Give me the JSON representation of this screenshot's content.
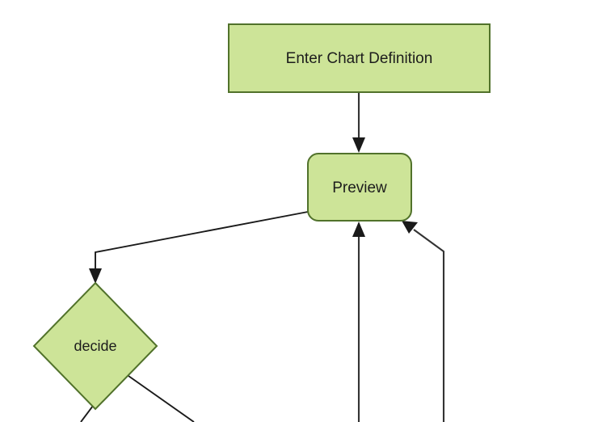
{
  "diagram": {
    "type": "flowchart",
    "direction": "top-down",
    "background_color": "#ffffff",
    "node_fill_color": "#cde498",
    "node_stroke_color": "#51722b",
    "edge_color": "#333333",
    "text_color": "#1d1d1d",
    "nodes": [
      {
        "id": "enter-chart-definition",
        "label": "Enter Chart Definition",
        "shape": "rectangle"
      },
      {
        "id": "preview",
        "label": "Preview",
        "shape": "rounded-rectangle"
      },
      {
        "id": "decide",
        "label": "decide",
        "shape": "diamond"
      }
    ],
    "edges": [
      {
        "id": "edge-enter-to-preview",
        "from": "enter-chart-definition",
        "to": "preview",
        "label": ""
      },
      {
        "id": "edge-preview-to-decide",
        "from": "preview",
        "to": "decide",
        "label": ""
      },
      {
        "id": "edge-bottom-center-to-preview",
        "from": "",
        "to": "preview",
        "label": ""
      },
      {
        "id": "edge-bottom-right-to-preview",
        "from": "",
        "to": "preview",
        "label": ""
      },
      {
        "id": "edge-decide-bottom-left",
        "from": "decide",
        "to": "",
        "label": ""
      },
      {
        "id": "edge-decide-bottom-right",
        "from": "decide",
        "to": "",
        "label": ""
      }
    ]
  }
}
